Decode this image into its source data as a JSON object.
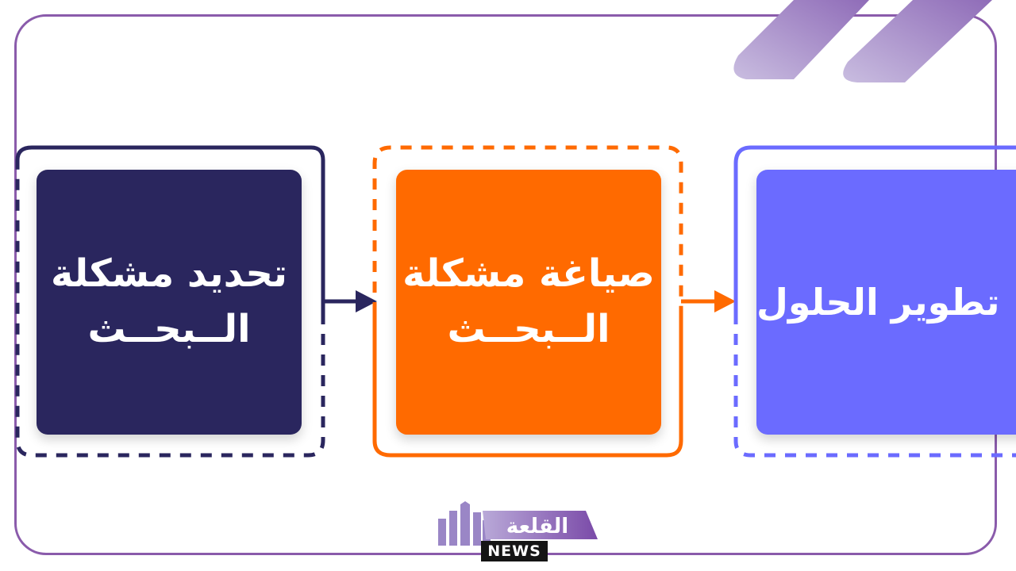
{
  "diagram": {
    "steps": [
      {
        "line1": "تحديد مشكلة",
        "line2": "الــبحــث",
        "color": "#2a265e"
      },
      {
        "line1": "صياغة مشكلة",
        "line2": "الــبحــث",
        "color": "#ff6a00"
      },
      {
        "line1": "تطوير الحلول",
        "line2": "",
        "color": "#6b6bff"
      }
    ],
    "accent": "#8a5bab"
  },
  "logo": {
    "arabic": "القلعة",
    "latin": "NEWS"
  }
}
